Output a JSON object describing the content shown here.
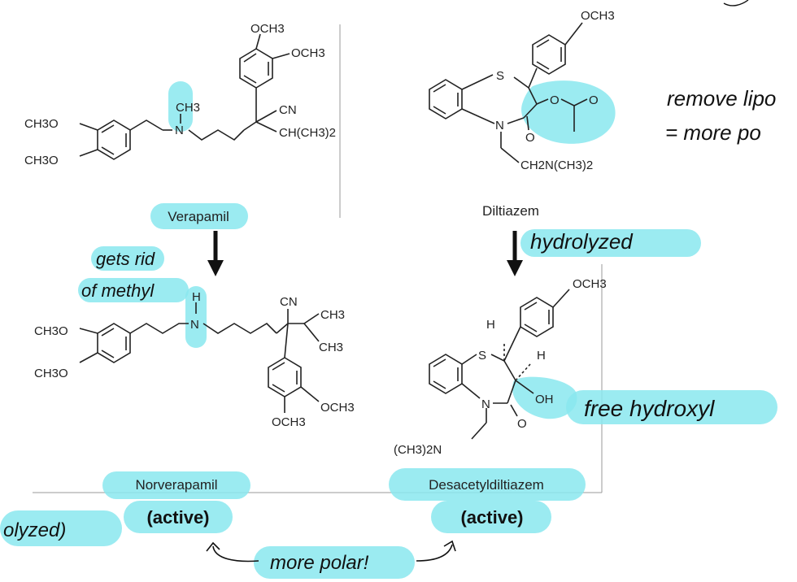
{
  "colors": {
    "highlight": "#8ae8ef",
    "ink": "#222222",
    "panel": "#9a9a9a"
  },
  "molecules": {
    "verapamil": {
      "name": "Verapamil",
      "substituents": [
        "OCH3",
        "OCH3",
        "CH3O",
        "CH3O",
        "CH3",
        "N",
        "CN",
        "CH(CH3)2"
      ]
    },
    "diltiazem": {
      "name": "Diltiazem",
      "substituents": [
        "OCH3",
        "S",
        "O",
        "O",
        "N",
        "O",
        "CH2N(CH3)2"
      ]
    },
    "norverapamil": {
      "name": "Norverapamil",
      "activity": "(active)",
      "substituents": [
        "CH3O",
        "CH3O",
        "H",
        "N",
        "CN",
        "CH3",
        "CH3",
        "OCH3",
        "OCH3"
      ]
    },
    "desacetyldiltiazem": {
      "name": "Desacetyldiltiazem",
      "activity": "(active)",
      "substituents": [
        "OCH3",
        "H",
        "H",
        "S",
        "N",
        "O",
        "OH",
        "(CH3)2N"
      ]
    }
  },
  "annotations": {
    "methyl_note_1": "gets rid",
    "methyl_note_2": "of methyl",
    "hydrolyzed": "hydrolyzed",
    "free_hydroxyl": "free hydroxyl",
    "lipo_1": "remove lipo",
    "lipo_2": "= more po",
    "hydrolyzed_left": "olyzed)",
    "more_polar": "more polar!"
  }
}
